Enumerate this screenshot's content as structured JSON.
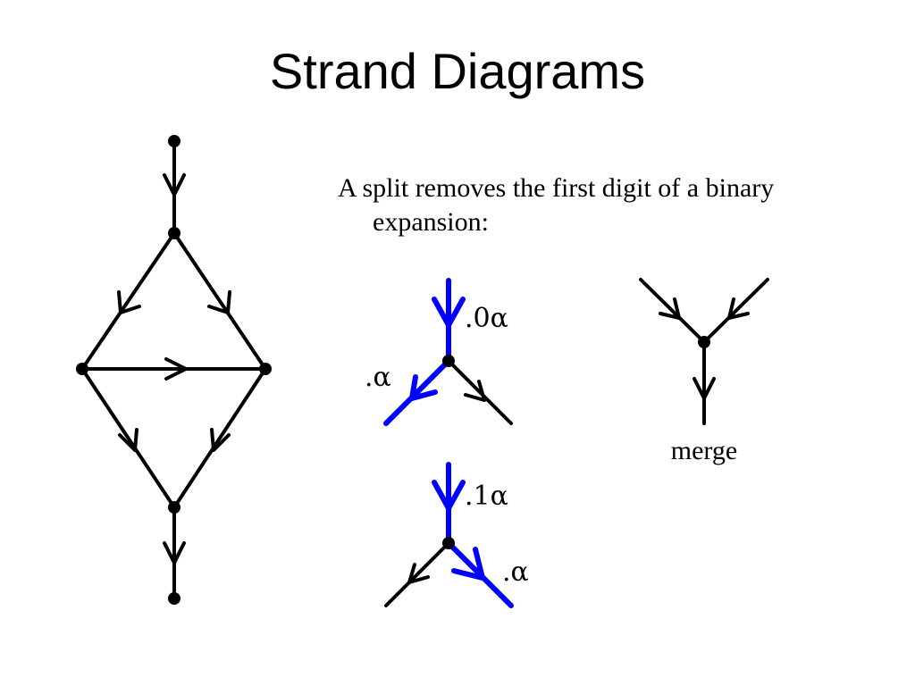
{
  "slide": {
    "title": "Strand Diagrams",
    "description_line1": "A split removes the first digit of a binary",
    "description_line2": "expansion:"
  },
  "split_top": {
    "label_in": ".0α",
    "label_out": ".α"
  },
  "split_bottom": {
    "label_in": ".1α",
    "label_out": ".α"
  },
  "merge": {
    "caption": "merge"
  },
  "colors": {
    "strand": "#000000",
    "highlight": "#0000ff"
  }
}
